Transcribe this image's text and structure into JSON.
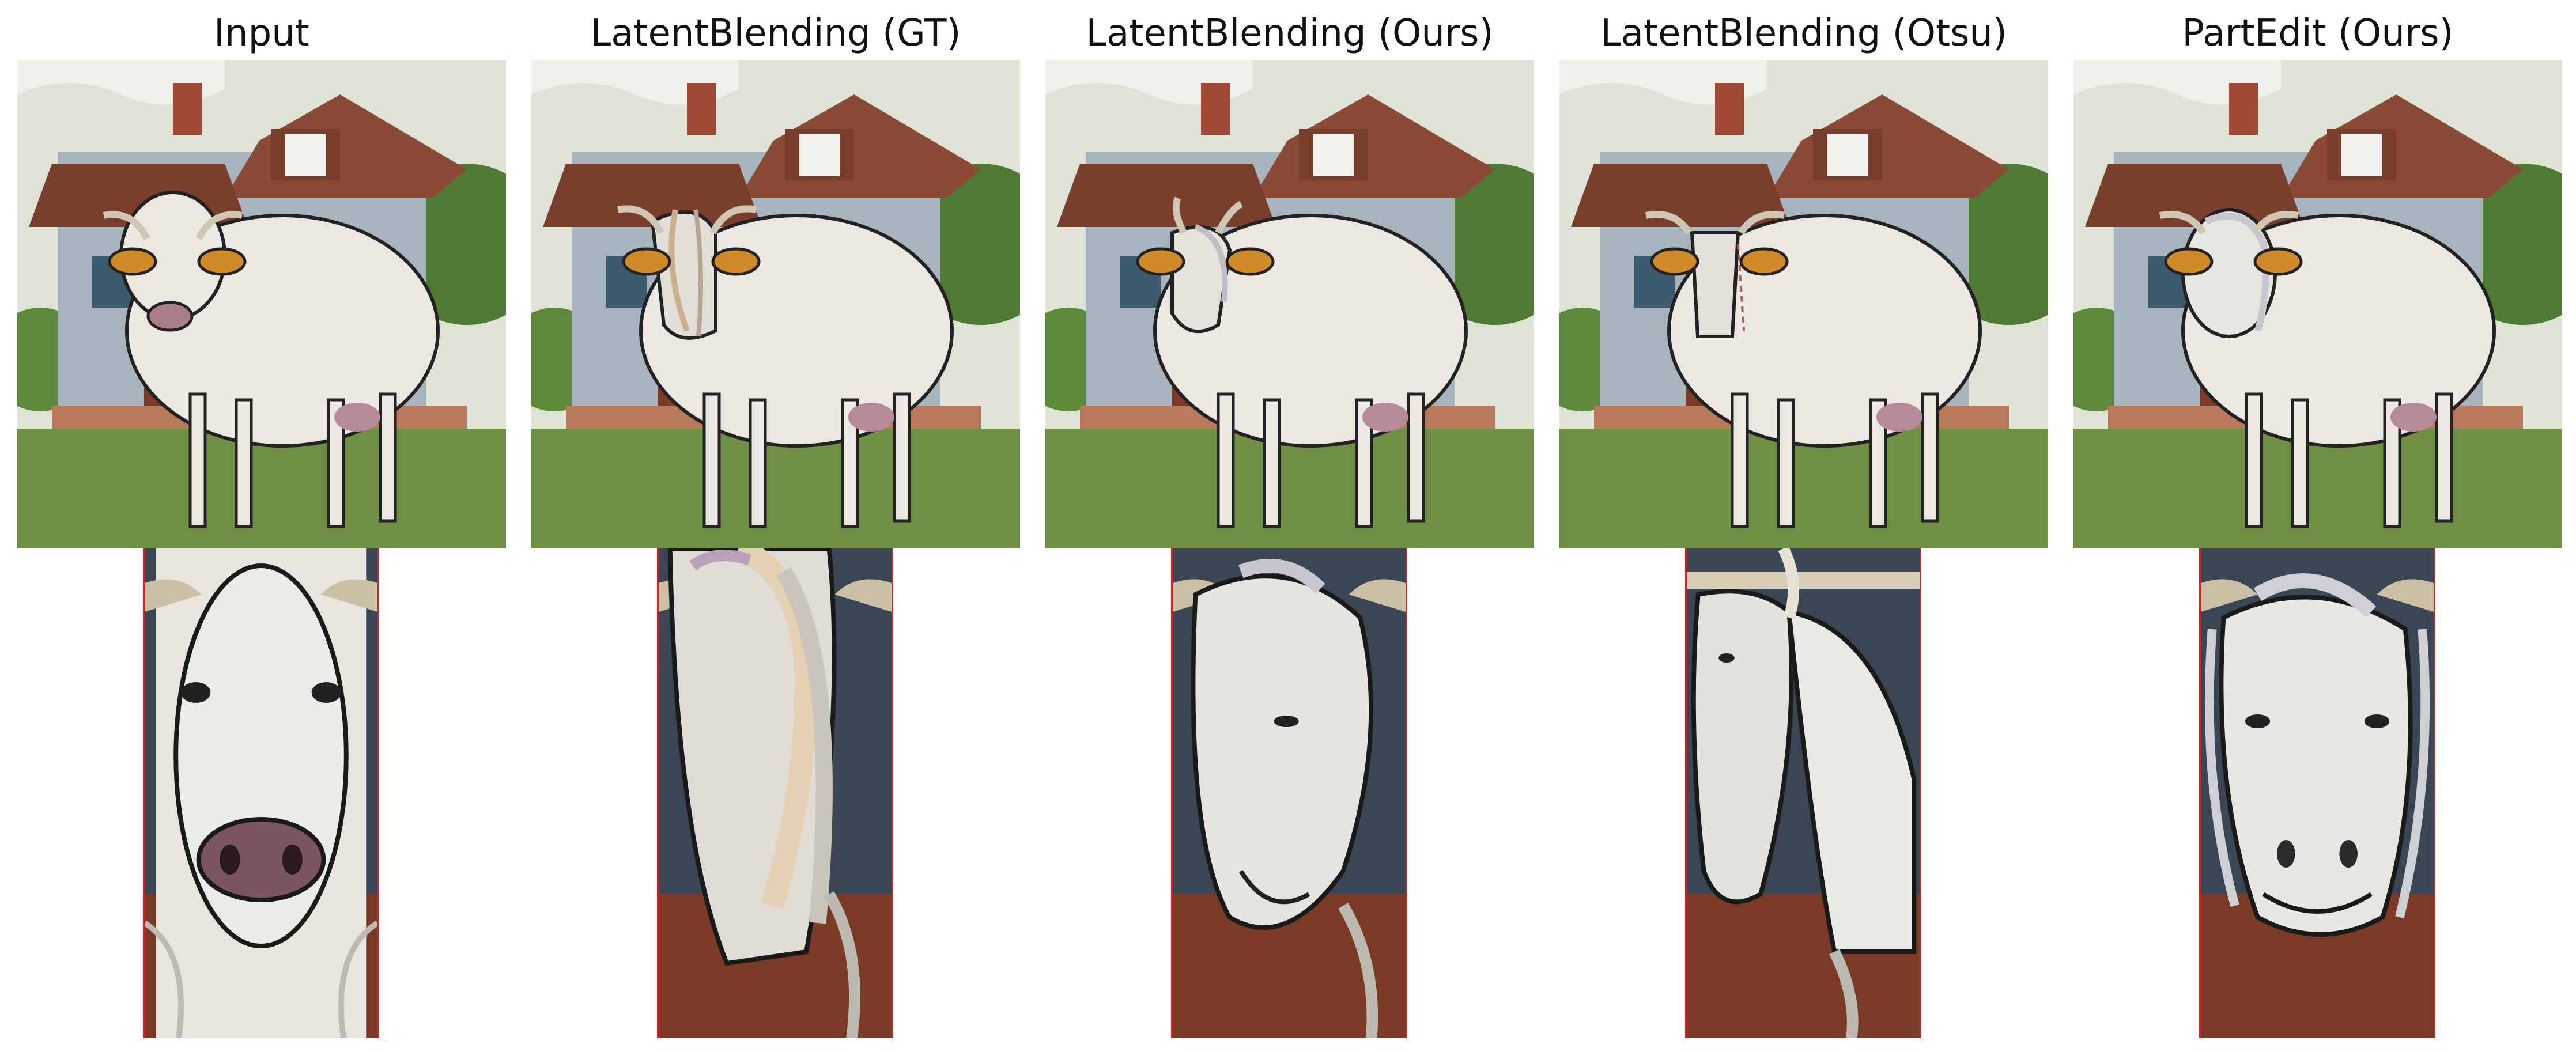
{
  "figure": {
    "columns": [
      {
        "title": "Input",
        "variant": "cow"
      },
      {
        "title": "LatentBlending (GT)",
        "variant": "gt"
      },
      {
        "title": "LatentBlending (Ours)",
        "variant": "ours"
      },
      {
        "title": "LatentBlending (Otsu)",
        "variant": "otsu"
      },
      {
        "title": "PartEdit (Ours)",
        "variant": "partedit"
      }
    ]
  },
  "colors": {
    "crop_border": "#e02020",
    "sky": "#dfe3d6",
    "wall": "#a7b4be",
    "roof": "#8b4a35",
    "grass": "#6f8f45",
    "animal": "#ebe8e1"
  }
}
